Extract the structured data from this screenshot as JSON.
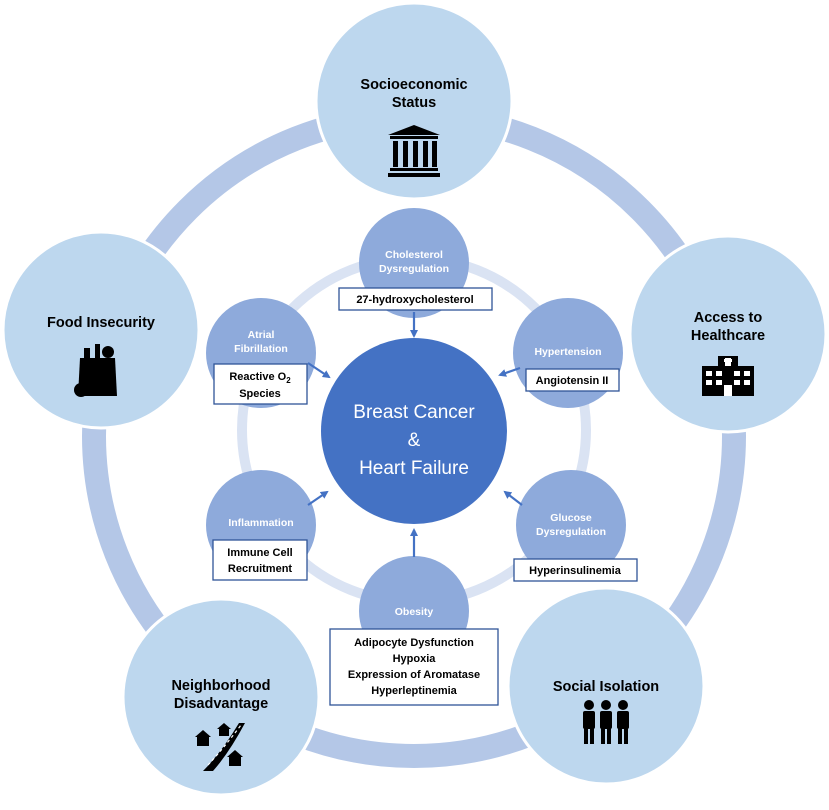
{
  "center": {
    "line1": "Breast Cancer",
    "line2": "&",
    "line3": "Heart Failure"
  },
  "outer": [
    {
      "id": "socioeconomic",
      "lines": [
        "Socioeconomic",
        "Status"
      ],
      "icon": "bank-icon"
    },
    {
      "id": "access",
      "lines": [
        "Access to",
        "Healthcare"
      ],
      "icon": "hospital-icon"
    },
    {
      "id": "social",
      "lines": [
        "Social Isolation"
      ],
      "icon": "people-icon"
    },
    {
      "id": "neighborhood",
      "lines": [
        "Neighborhood",
        "Disadvantage"
      ],
      "icon": "houses-road-icon"
    },
    {
      "id": "food",
      "lines": [
        "Food Insecurity"
      ],
      "icon": "grocery-bag-icon"
    }
  ],
  "inner": [
    {
      "id": "cholesterol",
      "lines": [
        "Cholesterol",
        "Dysregulation"
      ],
      "box": [
        "27-hydroxycholesterol"
      ]
    },
    {
      "id": "hypertension",
      "lines": [
        "Hypertension"
      ],
      "box": [
        "Angiotensin II"
      ]
    },
    {
      "id": "glucose",
      "lines": [
        "Glucose",
        "Dysregulation"
      ],
      "box": [
        "Hyperinsulinemia"
      ]
    },
    {
      "id": "obesity",
      "lines": [
        "Obesity"
      ],
      "box": [
        "Adipocyte Dysfunction",
        "Hypoxia",
        "Expression of Aromatase",
        "Hyperleptinemia"
      ]
    },
    {
      "id": "inflammation",
      "lines": [
        "Inflammation"
      ],
      "box": [
        "Immune Cell",
        "Recruitment"
      ]
    },
    {
      "id": "atrial",
      "lines": [
        "Atrial",
        "Fibrillation"
      ],
      "box_line1": "Reactive O",
      "box_sub": "2",
      "box_line2": "Species"
    }
  ],
  "colors": {
    "outer_fill": "#bdd7ee",
    "outer_ring": "#b4c7e7",
    "inner_ring": "#dae3f3",
    "inner_fill": "#8eaadb",
    "center_fill": "#4472c4",
    "arrow": "#4472c4"
  }
}
